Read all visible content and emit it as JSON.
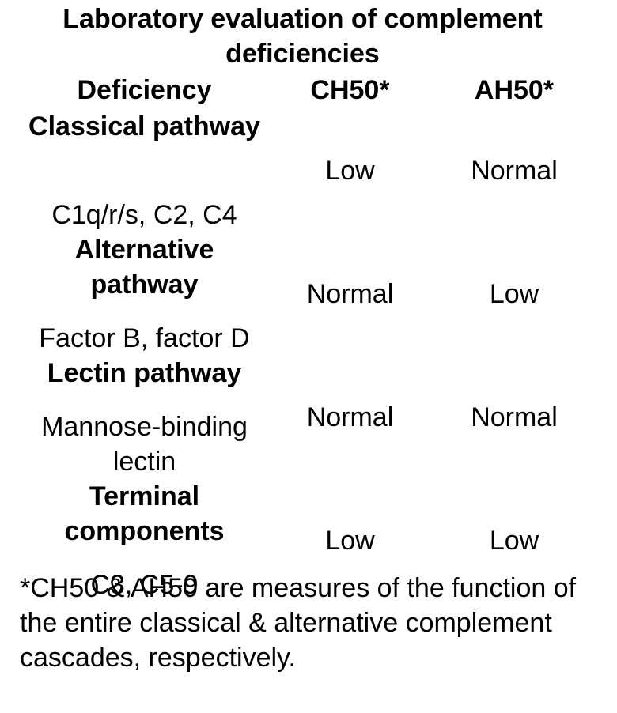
{
  "title": "Laboratory evaluation of complement deficiencies",
  "table": {
    "headers": {
      "deficiency": "Deficiency",
      "ch50": "CH50*",
      "ah50": "AH50*"
    },
    "rows": [
      {
        "group": "Classical pathway",
        "items": "C1q/r/s, C2, C4",
        "ch50": "Low",
        "ah50": "Normal"
      },
      {
        "group": "Alternative pathway",
        "items": "Factor B, factor D",
        "ch50": "Normal",
        "ah50": "Low"
      },
      {
        "group": "Lectin pathway",
        "items": "Mannose-binding lectin",
        "ch50": "Normal",
        "ah50": "Normal"
      },
      {
        "group": "Terminal components",
        "items": "C3, C5-9",
        "ch50": "Low",
        "ah50": "Low"
      }
    ]
  },
  "footnote": "*CH50 & AH50 are measures of the function of the entire classical & alternative complement cascades, respectively."
}
